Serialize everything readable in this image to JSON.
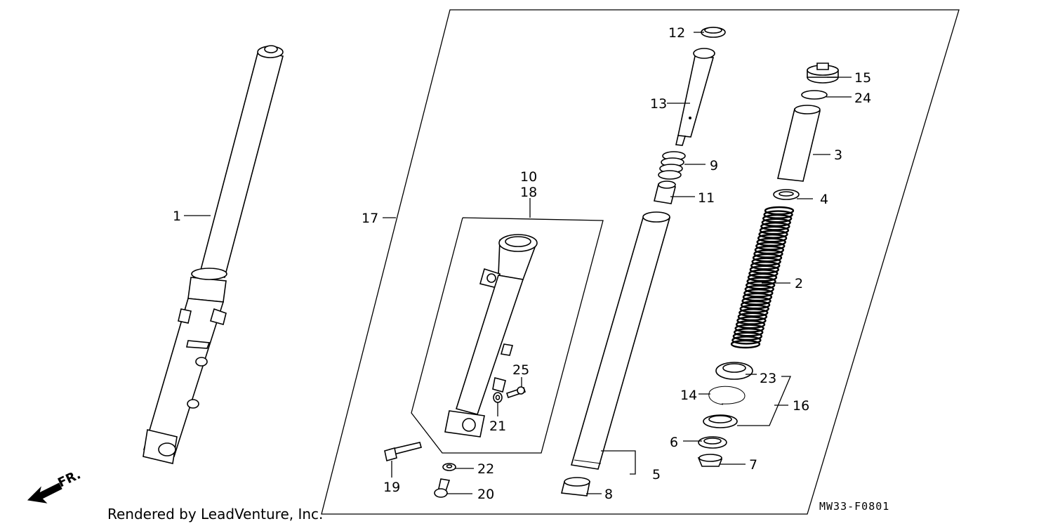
{
  "diagram": {
    "callouts": {
      "c1": "1",
      "c2": "2",
      "c3": "3",
      "c4": "4",
      "c5": "5",
      "c6": "6",
      "c7": "7",
      "c8": "8",
      "c9": "9",
      "c10": "10",
      "c11": "11",
      "c12": "12",
      "c13": "13",
      "c14": "14",
      "c15": "15",
      "c16": "16",
      "c17": "17",
      "c18": "18",
      "c19": "19",
      "c20": "20",
      "c21": "21",
      "c22": "22",
      "c23": "23",
      "c24": "24",
      "c25": "25"
    },
    "direction_label": "FR.",
    "diagram_code": "MW33-F0801",
    "credit": "Rendered by LeadVenture, Inc."
  }
}
